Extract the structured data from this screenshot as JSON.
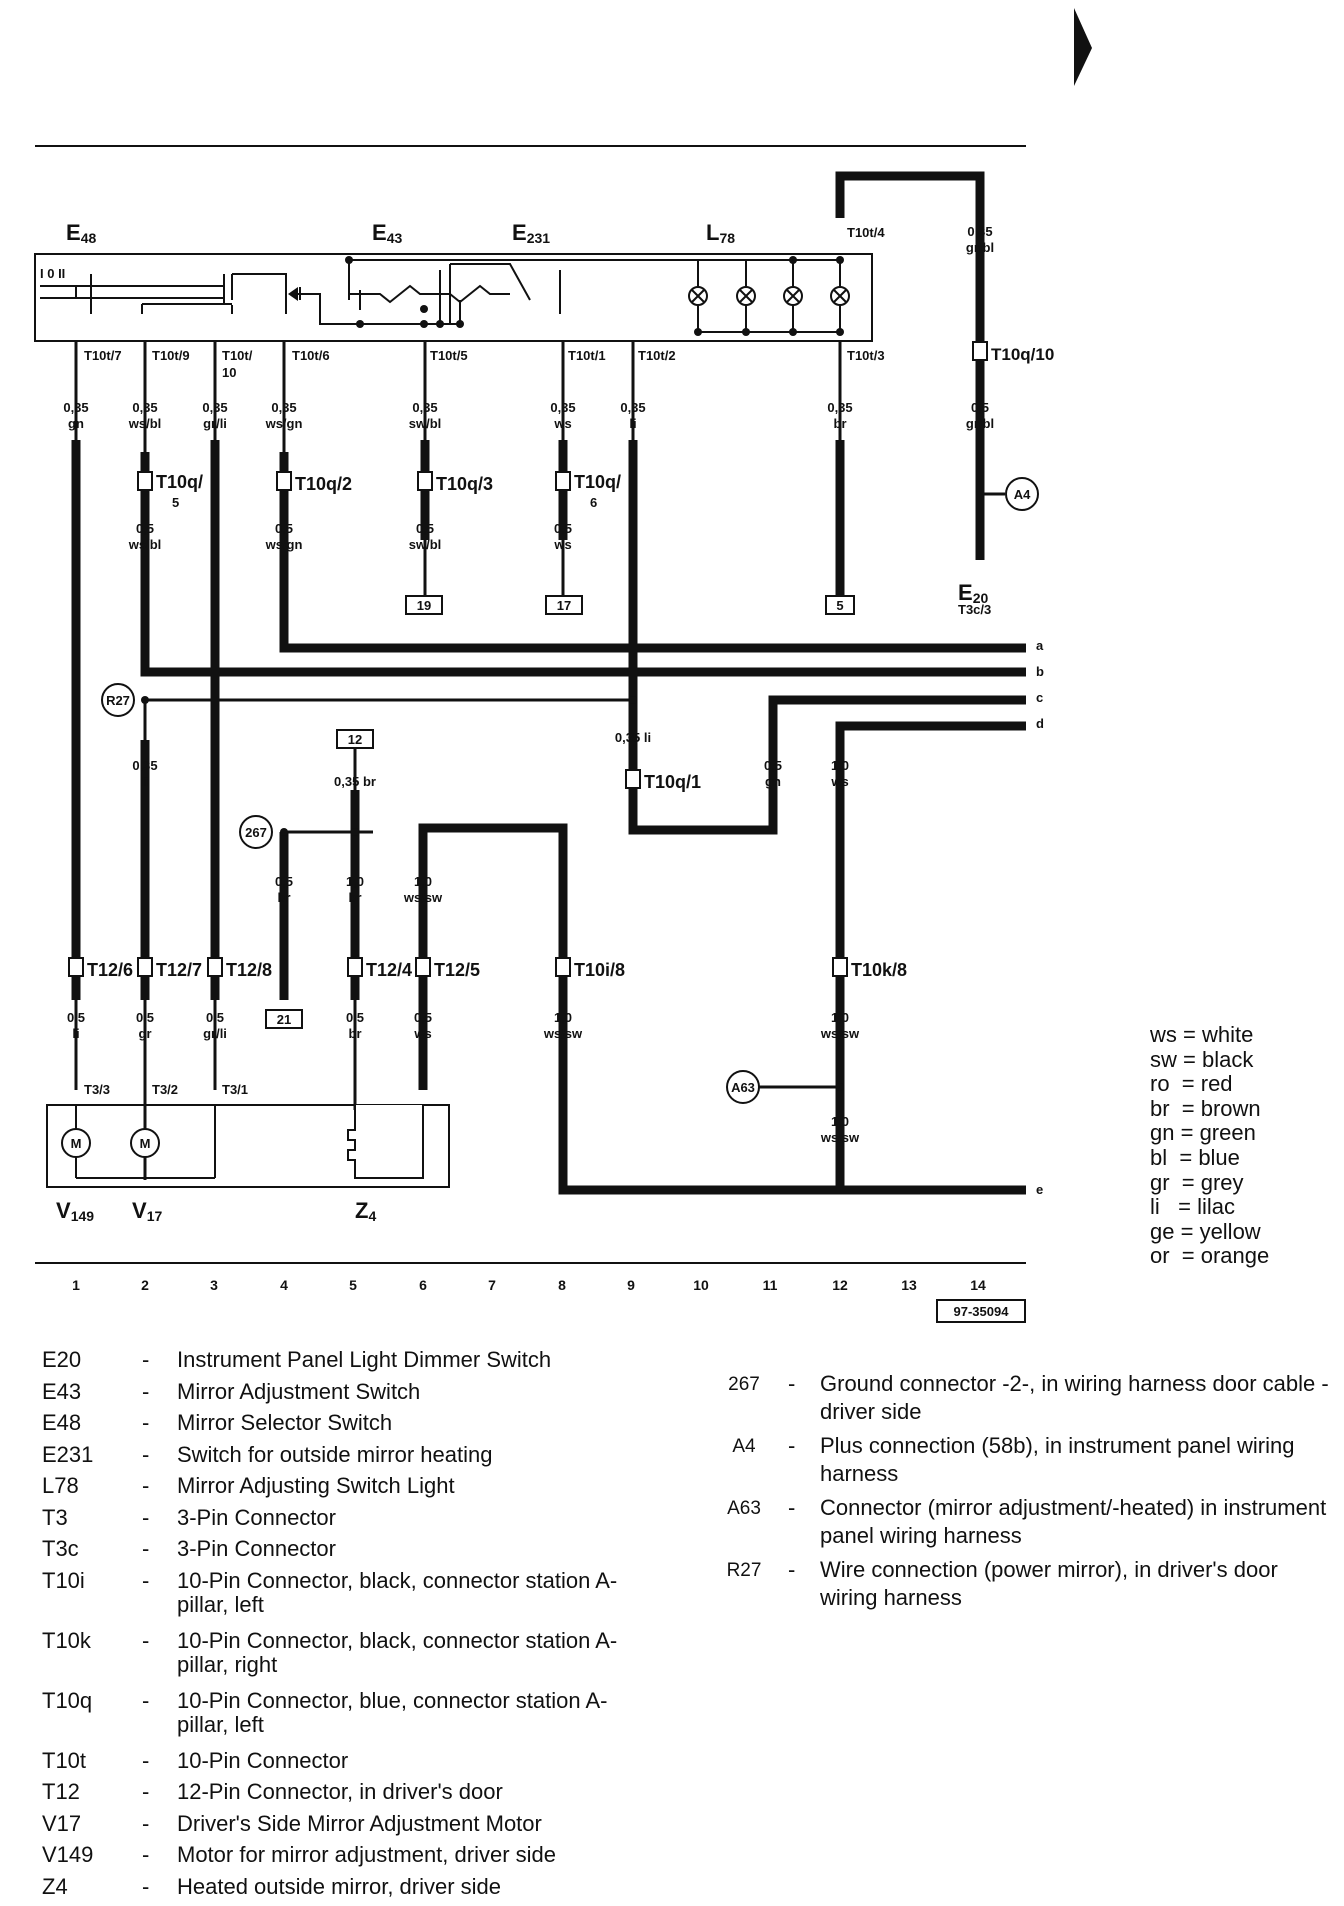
{
  "diagram_id": "97-35094",
  "components": {
    "E48": {
      "prefix": "E",
      "num": "48"
    },
    "E43": {
      "prefix": "E",
      "num": "43"
    },
    "E231": {
      "prefix": "E",
      "num": "231"
    },
    "L78": {
      "prefix": "L",
      "num": "78"
    },
    "E20": {
      "prefix": "E",
      "num": "20",
      "pin": "T3c/3"
    },
    "V149": {
      "prefix": "V",
      "num": "149"
    },
    "V17": {
      "prefix": "V",
      "num": "17"
    },
    "Z4": {
      "prefix": "Z",
      "num": "4"
    }
  },
  "switch_positions": "I 0 II",
  "pins_top": [
    "T10t/7",
    "T10t/9",
    "T10t/",
    "10",
    "T10t/6",
    "T10t/5",
    "T10t/1",
    "T10t/2",
    "T10t/3",
    "T10t/4"
  ],
  "wires": {
    "c1_top": [
      "0,35",
      "gn"
    ],
    "c2_top": [
      "0,35",
      "ws/bl"
    ],
    "c3_top": [
      "0,35",
      "gr/li"
    ],
    "c4_top": [
      "0,35",
      "ws/gn"
    ],
    "c6_top": [
      "0,35",
      "sw/bl"
    ],
    "c8_top": [
      "0,35",
      "ws"
    ],
    "c9_top": [
      "0,35",
      "li"
    ],
    "c12_top": [
      "0,35",
      "br"
    ],
    "c14_top": [
      "0,35",
      "gr/bl"
    ],
    "c14_mid": [
      "0,5",
      "gr/bl"
    ],
    "c2_mid": [
      "0,5",
      "ws/bl"
    ],
    "c4_mid": [
      "0,5",
      "ws/gn"
    ],
    "c6_mid": [
      "0,5",
      "sw/bl"
    ],
    "c8_mid": [
      "0,5",
      "ws"
    ],
    "c2_r27": [
      "0,35",
      "li"
    ],
    "c9_r27": "0,35 li",
    "c5_12": "0,35 br",
    "c11": [
      "0,5",
      "gn"
    ],
    "c12_ws": [
      "1,0",
      "ws"
    ],
    "c4_br": [
      "0,5",
      "br"
    ],
    "c5_br": [
      "1,0",
      "br"
    ],
    "c6_wssw": [
      "1,0",
      "ws/sw"
    ],
    "c1_bot": [
      "0,5",
      "li"
    ],
    "c2_bot": [
      "0,5",
      "gr"
    ],
    "c3_bot": [
      "0,5",
      "gr/li"
    ],
    "c5_bot": [
      "0,5",
      "br"
    ],
    "c6_bot": [
      "0,5",
      "ws"
    ],
    "c8_bot": [
      "1,0",
      "ws/sw"
    ],
    "c12_bot": [
      "1,0",
      "ws/sw"
    ],
    "c12_a63": [
      "1,0",
      "ws/sw"
    ]
  },
  "connectors": {
    "t10q5": [
      "T10q/",
      "5"
    ],
    "t10q2": "T10q/2",
    "t10q3": "T10q/3",
    "t10q6": [
      "T10q/",
      "6"
    ],
    "t10q10": "T10q/10",
    "t10q1": "T10q/1",
    "t126": "T12/6",
    "t127": "T12/7",
    "t128": "T12/8",
    "t124": "T12/4",
    "t125": "T12/5",
    "t10i8": "T10i/8",
    "t10k8": "T10k/8",
    "t33": "T3/3",
    "t32": "T3/2",
    "t31": "T3/1"
  },
  "boxes": {
    "b19": "19",
    "b17": "17",
    "b5": "5",
    "b12": "12",
    "b21": "21"
  },
  "circles": {
    "r27": "R27",
    "g267": "267",
    "a4": "A4",
    "a63": "A63"
  },
  "motor": "M",
  "bus": [
    "a",
    "b",
    "c",
    "d",
    "e"
  ],
  "columns": [
    "1",
    "2",
    "3",
    "4",
    "5",
    "6",
    "7",
    "8",
    "9",
    "10",
    "11",
    "12",
    "13",
    "14"
  ],
  "color_legend": [
    {
      "code": "ws",
      "name": "white"
    },
    {
      "code": "sw",
      "name": "black"
    },
    {
      "code": "ro",
      "name": "red"
    },
    {
      "code": "br",
      "name": "brown"
    },
    {
      "code": "gn",
      "name": "green"
    },
    {
      "code": "bl",
      "name": "blue"
    },
    {
      "code": "gr",
      "name": "grey"
    },
    {
      "code": "li",
      "name": "lilac"
    },
    {
      "code": "ge",
      "name": "yellow"
    },
    {
      "code": "or",
      "name": "orange"
    }
  ],
  "legend": [
    {
      "code": "E20",
      "desc": "Instrument Panel Light Dimmer Switch"
    },
    {
      "code": "E43",
      "desc": "Mirror Adjustment Switch"
    },
    {
      "code": "E48",
      "desc": "Mirror Selector Switch"
    },
    {
      "code": "E231",
      "desc": "Switch for outside mirror heating"
    },
    {
      "code": "L78",
      "desc": "Mirror Adjusting Switch Light"
    },
    {
      "code": "T3",
      "desc": "3-Pin Connector"
    },
    {
      "code": "T3c",
      "desc": "3-Pin Connector"
    },
    {
      "code": "T10i",
      "desc": "10-Pin Connector, black, connector station A-pillar, left"
    },
    {
      "code": "T10k",
      "desc": "10-Pin Connector, black, connector station A-pillar, right"
    },
    {
      "code": "T10q",
      "desc": "10-Pin Connector, blue, connector station A-pillar, left"
    },
    {
      "code": "T10t",
      "desc": "10-Pin Connector"
    },
    {
      "code": "T12",
      "desc": "12-Pin Connector, in driver's door"
    },
    {
      "code": "V17",
      "desc": "Driver's Side Mirror Adjustment Motor"
    },
    {
      "code": "V149",
      "desc": "Motor for mirror adjustment, driver side"
    },
    {
      "code": "Z4",
      "desc": "Heated outside mirror, driver side"
    }
  ],
  "symbols": [
    {
      "code": "267",
      "desc": "Ground connector -2-, in wiring harness door cable - driver side"
    },
    {
      "code": "A4",
      "desc": "Plus connection (58b), in instrument panel wiring harness"
    },
    {
      "code": "A63",
      "desc": "Connector (mirror adjustment/-heated) in instrument panel wiring harness"
    },
    {
      "code": "R27",
      "desc": "Wire connection (power mirror), in driver's door wiring harness"
    }
  ]
}
